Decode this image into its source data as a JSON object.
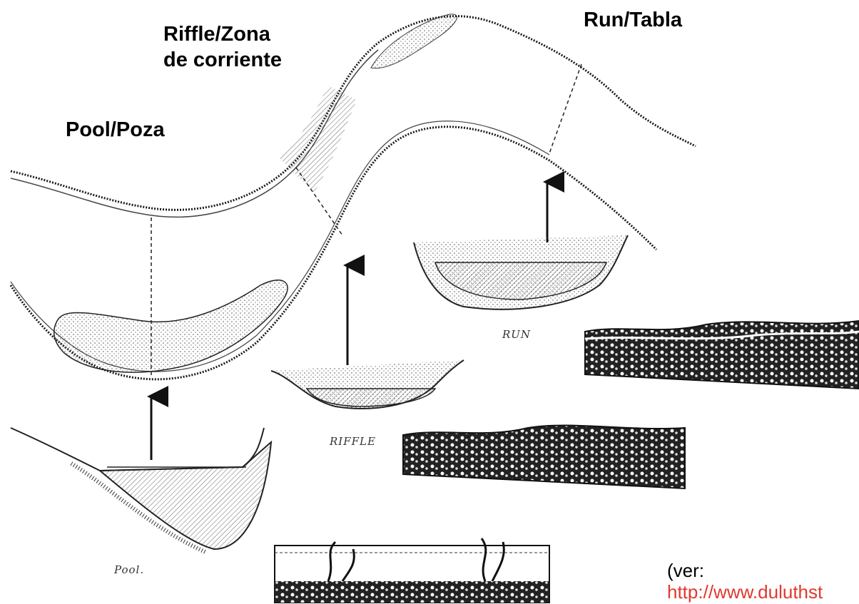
{
  "labels": {
    "pool": "Pool/Poza",
    "riffle": "Riffle/Zona\nde corriente",
    "run": "Run/Tabla"
  },
  "sketch_labels": {
    "pool": "Pool.",
    "riffle": "RIFFLE",
    "run": "RUN"
  },
  "reference": {
    "prefix": "(ver:",
    "link": "http://www.duluthst"
  },
  "colors": {
    "text": "#000000",
    "ink": "#1a1a1a",
    "link": "#e0392f"
  }
}
